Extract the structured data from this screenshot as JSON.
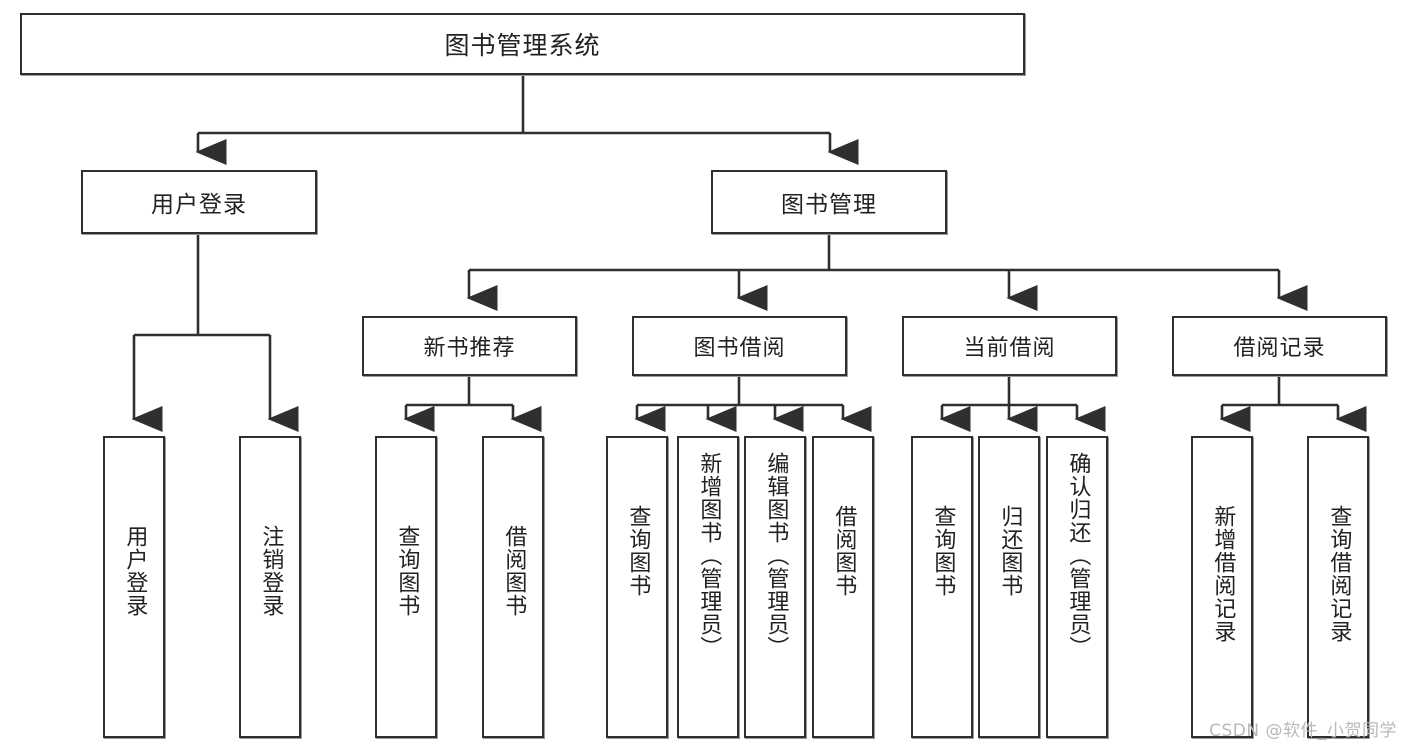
{
  "diagram": {
    "title": "图书管理系统",
    "type": "tree",
    "watermark": "CSDN @软件_小贺同学",
    "colors": {
      "background": "#ffffff",
      "node_border": "#2f2f2f",
      "node_fill": "#ffffff",
      "edge": "#2f2f2f",
      "text": "#222222",
      "watermark": "#b9b9b9"
    },
    "root": {
      "label": "图书管理系统",
      "children": [
        {
          "label": "用户登录",
          "children": [
            {
              "label": "用户登录"
            },
            {
              "label": "注销登录"
            }
          ]
        },
        {
          "label": "图书管理",
          "children": [
            {
              "label": "新书推荐",
              "children": [
                {
                  "label": "查询图书"
                },
                {
                  "label": "借阅图书"
                }
              ]
            },
            {
              "label": "图书借阅",
              "children": [
                {
                  "label": "查询图书"
                },
                {
                  "label": "新增图书（管理员）"
                },
                {
                  "label": "编辑图书（管理员）"
                },
                {
                  "label": "借阅图书"
                }
              ]
            },
            {
              "label": "当前借阅",
              "children": [
                {
                  "label": "查询图书"
                },
                {
                  "label": "归还图书"
                },
                {
                  "label": "确认归还（管理员）"
                }
              ]
            },
            {
              "label": "借阅记录",
              "children": [
                {
                  "label": "新增借阅记录"
                },
                {
                  "label": "查询借阅记录"
                }
              ]
            }
          ]
        }
      ]
    },
    "nodes": {
      "root": "图书管理系统",
      "user_login": "用户登录",
      "book_manage": "图书管理",
      "new_book_rec": "新书推荐",
      "book_borrow": "图书借阅",
      "current_borrow": "当前借阅",
      "borrow_record": "借阅记录",
      "leaf_user_login": "用户登录",
      "leaf_logout": "注销登录",
      "leaf_rec_query": "查询图书",
      "leaf_rec_borrow": "借阅图书",
      "leaf_borrow_query": "查询图书",
      "leaf_borrow_add": "新增图书（管理员）",
      "leaf_borrow_edit": "编辑图书（管理员）",
      "leaf_borrow_do": "借阅图书",
      "leaf_cur_query": "查询图书",
      "leaf_cur_return": "归还图书",
      "leaf_cur_confirm": "确认归还（管理员）",
      "leaf_rec_add": "新增借阅记录",
      "leaf_rec_query2": "查询借阅记录"
    }
  }
}
